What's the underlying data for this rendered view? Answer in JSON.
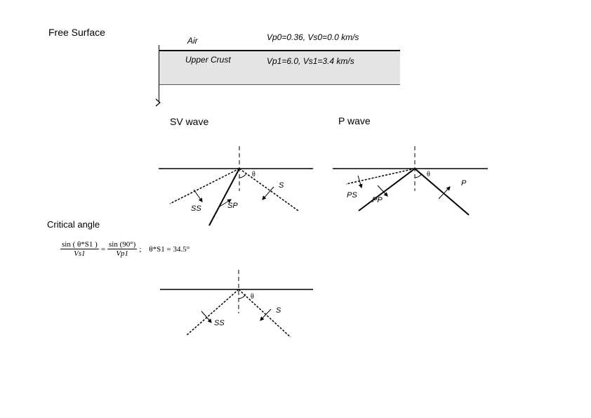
{
  "header": {
    "title": "Free Surface",
    "layer_top": "Air",
    "layer_top_props": "Vp0=0.36, Vs0=0.0 km/s",
    "layer_bottom": "Upper Crust",
    "layer_bottom_props": "Vp1=6.0, Vs1=3.4 km/s"
  },
  "sv_panel": {
    "title": "SV  wave",
    "theta": "θ",
    "label_s": "S",
    "label_ss": "SS",
    "label_sp": "SP"
  },
  "p_panel": {
    "title": "P wave",
    "theta": "θ",
    "label_p": "P",
    "label_ps": "PS",
    "label_pp": "PP"
  },
  "critical": {
    "title": "Critical angle",
    "formula_num_left": "sin ( θ*S1 )",
    "formula_den_left": "Vs1",
    "formula_eq": "=",
    "formula_num_right": "sin (90°)",
    "formula_den_right": "Vp1",
    "formula_sep": ";",
    "formula_result": "θ*S1 = 34.5°",
    "theta": "θ",
    "label_s": "S",
    "label_ss": "SS"
  }
}
